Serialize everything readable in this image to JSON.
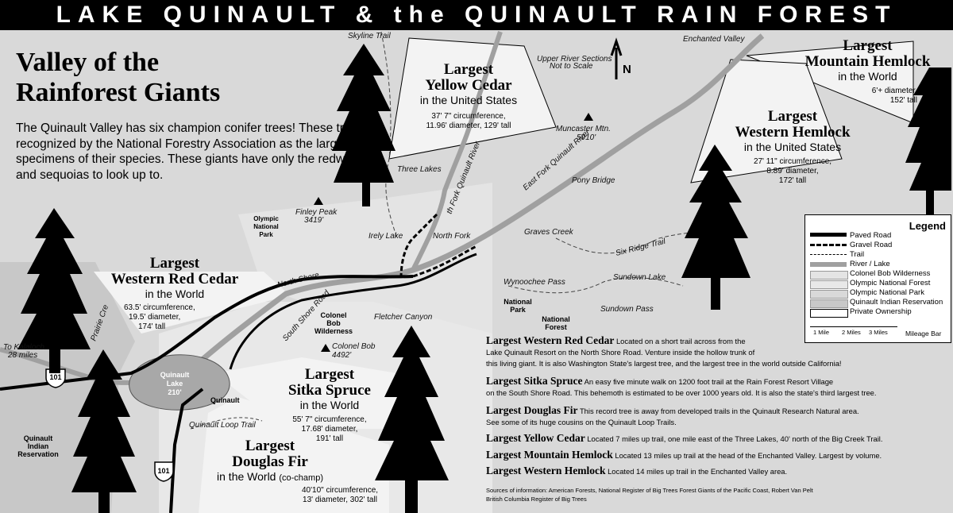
{
  "banner": "LAKE QUINAULT & the QUINAULT RAIN FOREST",
  "title_line1": "Valley of the",
  "title_line2": "Rainforest Giants",
  "intro": "The Quinault Valley has six champion conifer trees! These trees are recognized by the National Forestry Association as the largest living specimens of their species. These giants have only the redwoods and sequoias to look up to.",
  "callouts": {
    "yellow_cedar": {
      "line1": "Largest",
      "line2": "Yellow Cedar",
      "line3": "in the United States",
      "m1": "37' 7\" circumference,",
      "m2": "11.96' diameter, 129' tall"
    },
    "mountain_hemlock": {
      "line1": "Largest",
      "line2": "Mountain Hemlock",
      "line3": "in the World",
      "m1": "6'+ diameter,",
      "m2": "152' tall"
    },
    "western_hemlock": {
      "line1": "Largest",
      "line2": "Western Hemlock",
      "line3": "in the United States",
      "m1": "27' 11\" circumference,",
      "m2": "8.89' diameter,",
      "m3": "172' tall"
    },
    "red_cedar": {
      "line1": "Largest",
      "line2": "Western Red Cedar",
      "line3": "in the World",
      "m1": "63.5' circumference,",
      "m2": "19.5' diameter,",
      "m3": "174' tall"
    },
    "sitka_spruce": {
      "line1": "Largest",
      "line2": "Sitka Spruce",
      "line3": "in the World",
      "m1": "55' 7\" circumference,",
      "m2": "17.68' diameter,",
      "m3": "191' tall"
    },
    "douglas_fir": {
      "line1": "Largest",
      "line2": "Douglas Fir",
      "line3": "in the World",
      "line3b": "(co-champ)",
      "m1": "40'10\" circumference,",
      "m2": "13' diameter, 302' tall"
    }
  },
  "map_labels": {
    "skyline_trail": "Skyline Trail",
    "upper_river": "Upper River Sections",
    "not_to_scale": "Not to Scale",
    "north": "N",
    "enchanted_valley": "Enchanted Valley",
    "muncaster": "Muncaster Mtn.",
    "muncaster_elev": "5910'",
    "north_fork_river": "th Fork Quinault River",
    "east_fork_river": "East Fork Quinault River",
    "three_lakes": "Three Lakes",
    "pony_bridge": "Pony Bridge",
    "olympic_np_1": "Olympic",
    "olympic_np_2": "National",
    "olympic_np_3": "Park",
    "finley_peak": "Finley Peak",
    "finley_elev": "3419'",
    "irely_lake": "Irely Lake",
    "north_fork": "North Fork",
    "graves_creek": "Graves Creek",
    "six_ridge": "Six Ridge Trail",
    "north_shore": "North Shore",
    "wynoochee": "Wynoochee Pass",
    "sundown_lake": "Sundown Lake",
    "south_shore": "South Shore Road",
    "national_park_1": "National",
    "national_park_2": "Park",
    "national_forest_1": "National",
    "national_forest_2": "Forest",
    "sundown_pass": "Sundown Pass",
    "colonel_bob_1": "Colonel",
    "colonel_bob_2": "Bob",
    "colonel_bob_3": "Wilderness",
    "fletcher": "Fletcher Canyon",
    "colonel_bob_peak": "Colonel Bob",
    "colonel_bob_elev": "4492'",
    "prairie_cr": "Prairie Cre",
    "to_kalaloch": "To Kalaloch",
    "kalaloch_miles": "28 miles",
    "hwy101": "101",
    "lake_1": "Quinault",
    "lake_2": "Lake",
    "lake_3": "210'",
    "quinault_town": "Quinault",
    "loop_trail": "Quinault Loop Trail",
    "reservation_1": "Quinault",
    "reservation_2": "Indian",
    "reservation_3": "Reservation"
  },
  "legend": {
    "title": "Legend",
    "items": [
      "Paved Road",
      "Gravel Road",
      "Trail",
      "River / Lake",
      "Colonel Bob Wilderness",
      "Olympic National Forest",
      "Olympic National Park",
      "Quinault Indian Reservation",
      "Private Ownership"
    ],
    "scale": [
      "1 Mile",
      "2 Miles",
      "3 Miles"
    ],
    "mileage": "Mileage Bar"
  },
  "descriptions": [
    {
      "head": "Largest Western Red Cedar",
      "lines": [
        "Located on a short trail across from the",
        "Lake Quinault Resort on the North Shore Road.  Venture inside the hollow trunk of",
        "this living giant.  It is also Washington State's largest tree, and the largest tree in the world outside California!"
      ]
    },
    {
      "head": "Largest Sitka Spruce",
      "lines": [
        "An easy five minute walk on 1200 foot trail at the Rain Forest Resort Village",
        "on the South Shore Road.  This behemoth is estimated to be over 1000 years old.  It is also the state's third largest tree."
      ]
    },
    {
      "head": "Largest Douglas Fir",
      "lines": [
        "This record tree is away from developed trails in the Quinault Research Natural area.",
        "See some of its huge cousins on the Quinault Loop Trails."
      ]
    },
    {
      "head": "Largest Yellow Cedar",
      "lines": [
        "Located 7 miles up trail, one mile east of the Three Lakes, 40' north of the Big Creek Trail."
      ]
    },
    {
      "head": "Largest Mountain Hemlock",
      "lines": [
        "Located 13 miles up trail at the head of the Enchanted Valley.  Largest by volume."
      ]
    },
    {
      "head": "Largest Western Hemlock",
      "lines": [
        "Located 14 miles up trail in the Enchanted Valley area."
      ]
    }
  ],
  "sources": {
    "line1": "Sources of information:  American Forests, National Register of Big Trees     Forest Giants of the Pacific Coast, Robert Van Pelt",
    "line2": "British Columbia Register of Big Trees"
  }
}
